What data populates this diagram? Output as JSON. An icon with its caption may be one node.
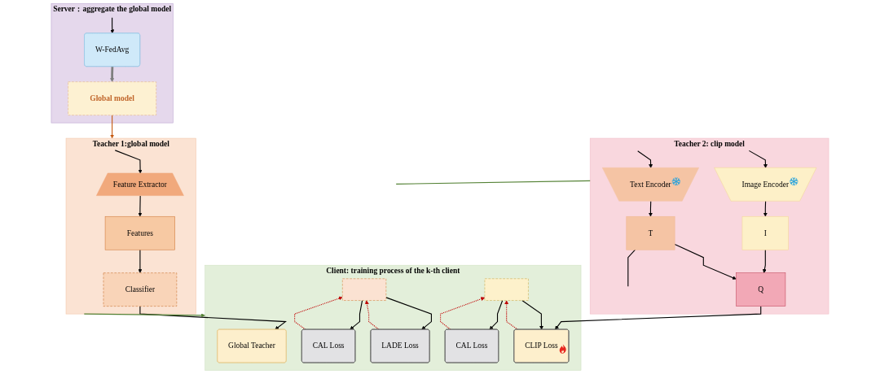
{
  "diagram": {
    "nodes": [
      {
        "text": [
          "Server：aggregate the global model"
        ]
      },
      {
        "text": [
          "W-FedAvg"
        ],
        "in": 0
      },
      {
        "text": [
          "Global model"
        ],
        "in": 0
      },
      {
        "text": [
          "Teacher 1:global model"
        ]
      },
      {
        "text": [
          "Feature Extractor"
        ],
        "in": 3
      },
      {
        "text": [
          "Features"
        ],
        "in": 3
      },
      {
        "text": [
          "Classifier"
        ],
        "in": 3
      },
      {
        "text": [
          "Teacher 2: clip model"
        ]
      },
      {
        "text": [
          "Image Encoder"
        ],
        "in": 7
      },
      {
        "text": [
          "Text Encoder"
        ],
        "in": 7
      },
      {
        "text": [
          "I"
        ],
        "in": 7
      },
      {
        "text": [
          "T"
        ],
        "in": 7
      },
      {
        "text": [
          "Q"
        ],
        "in": 7
      },
      {
        "text": [
          "Client: training process of the k-th client"
        ]
      },
      {
        "text": [
          "CAL Loss"
        ],
        "in": 13
      },
      {
        "text": [
          "LADE Loss"
        ],
        "in": 13
      },
      {
        "text": [
          "CAL Loss"
        ],
        "in": 13
      },
      {
        "text": [
          "CLIP Loss"
        ],
        "in": 13
      },
      {
        "text": [
          "Global Teacher"
        ],
        "in": 13
      },
      {
        "text": [],
        "shape": "box",
        "in": 13
      },
      {
        "text": [],
        "shape": "box",
        "in": 13
      }
    ],
    "edges": [
      {
        "from": null,
        "to": 1,
        "arrow": "to"
      },
      {
        "from": 1,
        "to": 2,
        "arrow": "to",
        "style": "thick",
        "color": "#7f7f7f"
      },
      {
        "from": 2,
        "to": 3,
        "arrow": "to",
        "color": "#c55a11"
      },
      {
        "from": null,
        "to": 4,
        "arrow": "to"
      },
      {
        "from": 4,
        "to": 5,
        "arrow": "to"
      },
      {
        "from": 5,
        "to": 6,
        "arrow": "to"
      },
      {
        "from": 6,
        "to": 18,
        "arrow": "to"
      },
      {
        "from": 3,
        "to": 13,
        "arrow": "to",
        "color": "#548235"
      },
      {
        "from": null,
        "to": 8,
        "arrow": "to"
      },
      {
        "from": null,
        "to": 9,
        "arrow": "to"
      },
      {
        "from": 8,
        "to": 10,
        "arrow": "to"
      },
      {
        "from": 9,
        "to": 11,
        "arrow": "to"
      },
      {
        "from": 10,
        "to": 12,
        "arrow": "to"
      },
      {
        "from": 11,
        "to": 12,
        "arrow": "to"
      },
      {
        "from": 12,
        "to": 17,
        "arrow": "to"
      },
      {
        "from": 11,
        "to": null,
        "arrow": "none"
      },
      {
        "from": 7,
        "to": null,
        "arrow": "none",
        "color": "#548235"
      },
      {
        "from": 14,
        "to": 19,
        "arrow": "to",
        "style": "dashed",
        "color": "#c00000"
      },
      {
        "from": 19,
        "to": 14,
        "arrow": "to"
      },
      {
        "from": 15,
        "to": 19,
        "arrow": "to",
        "style": "dashed",
        "color": "#c00000"
      },
      {
        "from": 19,
        "to": 15,
        "arrow": "to"
      },
      {
        "from": 16,
        "to": 20,
        "arrow": "to",
        "style": "dashed",
        "color": "#c00000"
      },
      {
        "from": 20,
        "to": 16,
        "arrow": "to"
      },
      {
        "from": 17,
        "to": 20,
        "arrow": "to",
        "style": "dashed",
        "color": "#c00000"
      },
      {
        "from": 20,
        "to": 17,
        "arrow": "to"
      }
    ]
  }
}
